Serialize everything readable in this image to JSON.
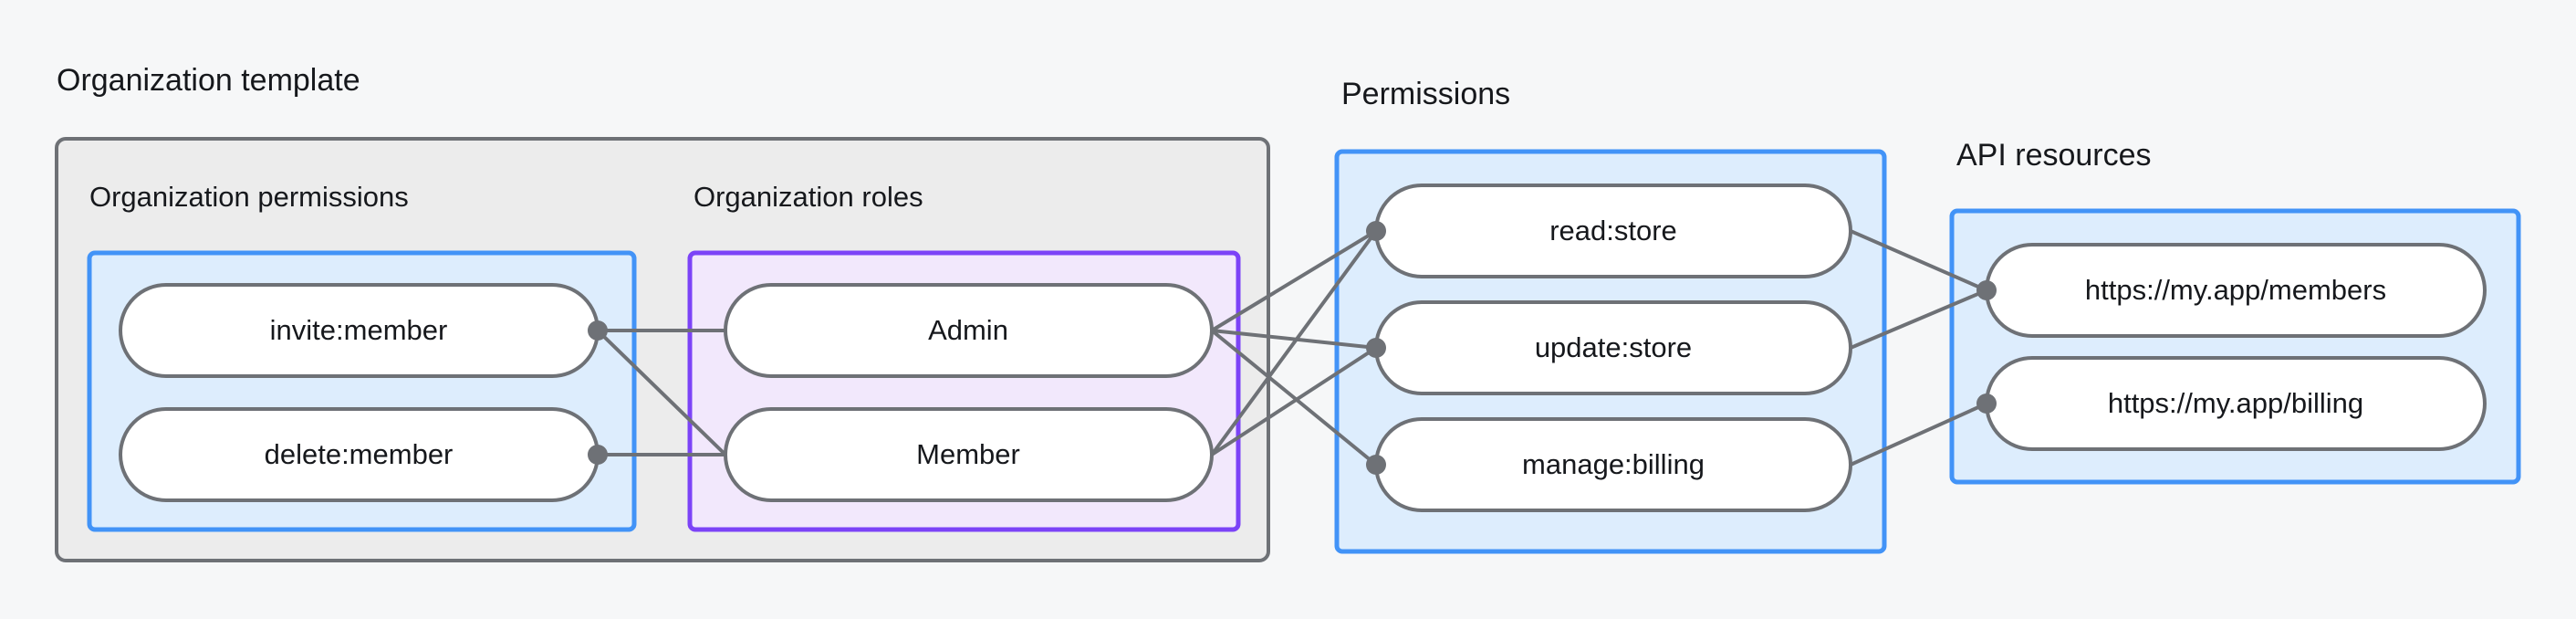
{
  "diagram": {
    "type": "relationship-diagram",
    "background_color": "#f6f7f8",
    "groups": [
      {
        "id": "organization-template",
        "title": "Organization template",
        "style": "gray",
        "subgroups": [
          {
            "id": "organization-permissions",
            "title": "Organization permissions",
            "style": "blue",
            "nodes": [
              {
                "id": "invite-member",
                "label": "invite:member"
              },
              {
                "id": "delete-member",
                "label": "delete:member"
              }
            ]
          },
          {
            "id": "organization-roles",
            "title": "Organization roles",
            "style": "purple",
            "nodes": [
              {
                "id": "admin",
                "label": "Admin"
              },
              {
                "id": "member",
                "label": "Member"
              }
            ]
          }
        ]
      },
      {
        "id": "permissions",
        "title": "Permissions",
        "style": "blue",
        "nodes": [
          {
            "id": "read-store",
            "label": "read:store"
          },
          {
            "id": "update-store",
            "label": "update:store"
          },
          {
            "id": "manage-billing",
            "label": "manage:billing"
          }
        ]
      },
      {
        "id": "api-resources",
        "title": "API resources",
        "style": "blue",
        "nodes": [
          {
            "id": "members-resource",
            "label": "https://my.app/members"
          },
          {
            "id": "billing-resource",
            "label": "https://my.app/billing"
          }
        ]
      }
    ],
    "edges": [
      {
        "from": "invite-member",
        "to": "admin"
      },
      {
        "from": "invite-member",
        "to": "member"
      },
      {
        "from": "delete-member",
        "to": "member"
      },
      {
        "from": "admin",
        "to": "read-store"
      },
      {
        "from": "admin",
        "to": "update-store"
      },
      {
        "from": "admin",
        "to": "manage-billing"
      },
      {
        "from": "member",
        "to": "read-store"
      },
      {
        "from": "member",
        "to": "update-store"
      },
      {
        "from": "read-store",
        "to": "members-resource"
      },
      {
        "from": "update-store",
        "to": "members-resource"
      },
      {
        "from": "manage-billing",
        "to": "billing-resource"
      }
    ],
    "colors": {
      "gray_fill": "#ececec",
      "gray_stroke": "#6e7176",
      "blue_fill": "#ddedfd",
      "blue_stroke": "#4293f7",
      "purple_fill": "#f2e8fc",
      "purple_stroke": "#7c43f7",
      "node_fill": "#ffffff",
      "node_stroke": "#6e7176",
      "text": "#16181c"
    }
  }
}
